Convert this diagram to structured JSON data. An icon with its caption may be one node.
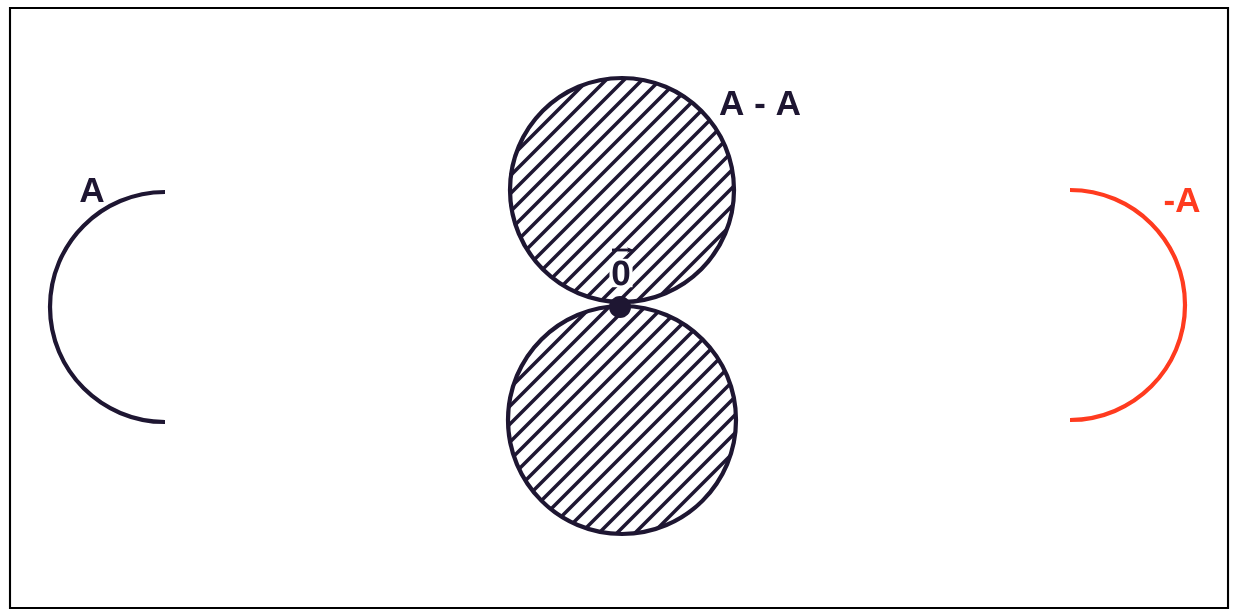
{
  "diagram": {
    "labels": [
      "A",
      "A - A",
      "-A",
      "0"
    ]
  }
}
